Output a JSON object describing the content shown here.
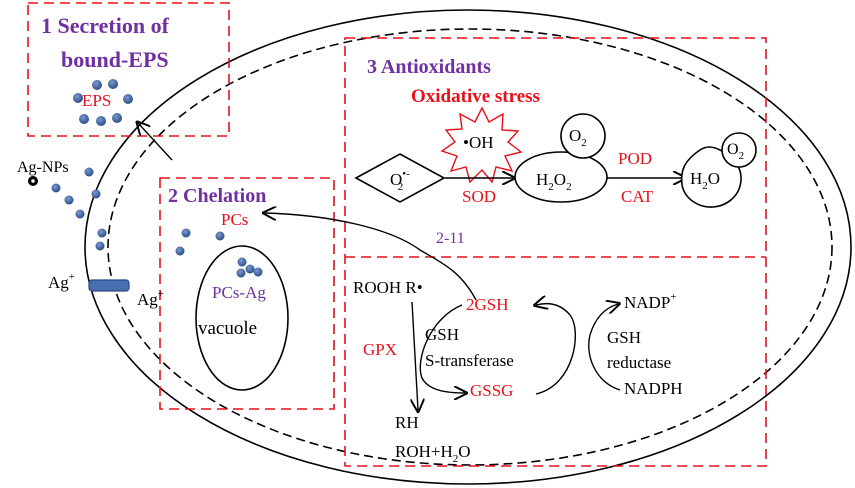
{
  "boxes": {
    "secretion": {
      "title_line1": "1 Secretion of",
      "title_line2": "bound-EPS",
      "eps": "EPS"
    },
    "chelation": {
      "title": "2 Chelation",
      "pcs": "PCs",
      "ag_plus_inner": "Ag",
      "pcs_ag": "PCs-Ag",
      "vacuole": "vacuole"
    },
    "antioxidants": {
      "title": "3 Antioxidants",
      "oxidative_stress": "Oxidative stress",
      "oh": "•OH",
      "o2": "O",
      "superoxide": "O",
      "sod": "SOD",
      "h2o2": "H",
      "pod": "POD",
      "cat": "CAT",
      "h2o": "H",
      "o2_b": "O"
    }
  },
  "cell": {
    "ag_nps": "Ag-NPs",
    "ag_plus": "Ag",
    "path_label": "2-11"
  },
  "gsh_cycle": {
    "rooh": "ROOH R•",
    "two_gsh": "2GSH",
    "nadp": "NADP",
    "gsh_s_line1": "GSH",
    "gsh_s_line2": "S-transferase",
    "gpx": "GPX",
    "gsh_red_line1": "GSH",
    "gsh_red_line2": "reductase",
    "gssg": "GSSG",
    "nadph": "NADPH",
    "rh": "RH",
    "roh": "ROH+H"
  },
  "colors": {
    "red": "#e8101a",
    "purple": "#7030a0",
    "dot": "#3d5f9b",
    "black": "#000000"
  }
}
